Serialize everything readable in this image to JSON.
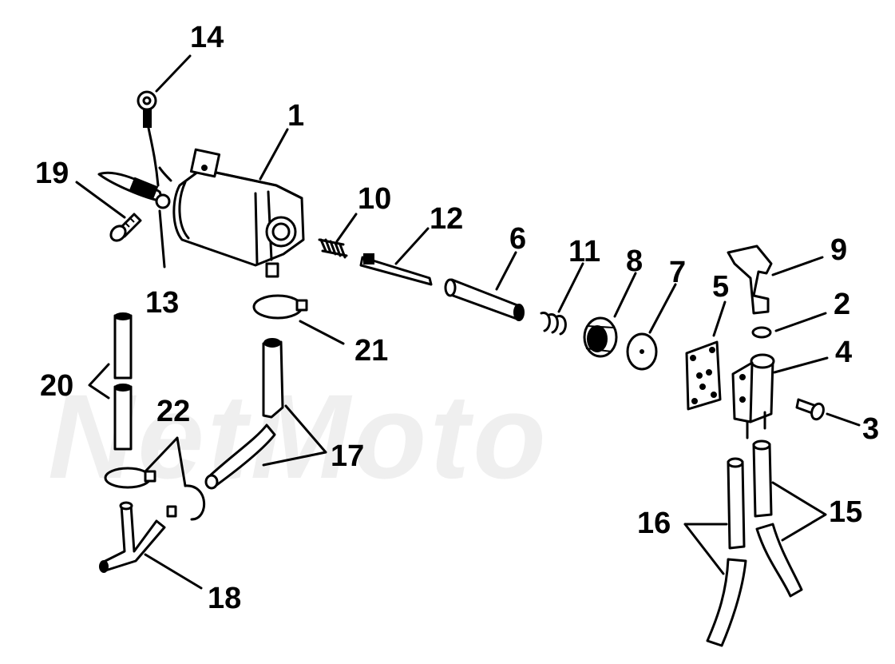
{
  "watermark": "NetMoto",
  "labels": {
    "l1": "1",
    "l2": "2",
    "l3": "3",
    "l4": "4",
    "l5": "5",
    "l6": "6",
    "l7": "7",
    "l8": "8",
    "l9": "9",
    "l10": "10",
    "l11": "11",
    "l12": "12",
    "l13": "13",
    "l14": "14",
    "l15": "15",
    "l16": "16",
    "l17": "17",
    "l18": "18",
    "l19": "19",
    "l20": "20",
    "l21": "21",
    "l22": "22"
  }
}
